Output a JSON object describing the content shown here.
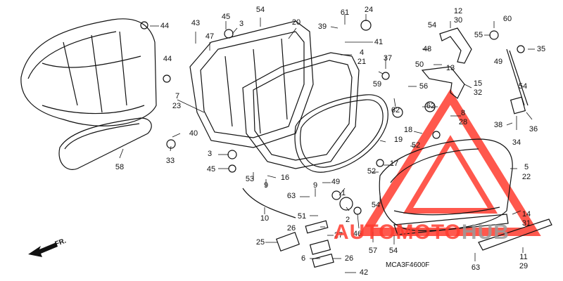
{
  "diagram": {
    "code": "MCA3F4600F",
    "direction_label": "FR.",
    "watermark": {
      "brand_a": "AUTOMOTO",
      "brand_b": "HUB",
      "color": "#ff3b2f"
    },
    "callouts": [
      {
        "id": "c44a",
        "text": "44"
      },
      {
        "id": "c44b",
        "text": "44"
      },
      {
        "id": "c43",
        "text": "43"
      },
      {
        "id": "c45a",
        "text": "45"
      },
      {
        "id": "c47",
        "text": "47"
      },
      {
        "id": "c3a",
        "text": "3"
      },
      {
        "id": "c54a",
        "text": "54"
      },
      {
        "id": "c20",
        "text": "20"
      },
      {
        "id": "c61",
        "text": "61"
      },
      {
        "id": "c39",
        "text": "39"
      },
      {
        "id": "c24",
        "text": "24"
      },
      {
        "id": "c12",
        "text": "12"
      },
      {
        "id": "c30",
        "text": "30"
      },
      {
        "id": "c60",
        "text": "60"
      },
      {
        "id": "c54b",
        "text": "54"
      },
      {
        "id": "c55",
        "text": "55"
      },
      {
        "id": "c35",
        "text": "35"
      },
      {
        "id": "c48",
        "text": "48"
      },
      {
        "id": "c41",
        "text": "41"
      },
      {
        "id": "c4",
        "text": "4"
      },
      {
        "id": "c21",
        "text": "21"
      },
      {
        "id": "c13",
        "text": "13"
      },
      {
        "id": "c50",
        "text": "50"
      },
      {
        "id": "c49a",
        "text": "49"
      },
      {
        "id": "c37",
        "text": "37"
      },
      {
        "id": "c59",
        "text": "59"
      },
      {
        "id": "c56",
        "text": "56"
      },
      {
        "id": "c15",
        "text": "15"
      },
      {
        "id": "c32",
        "text": "32"
      },
      {
        "id": "c54c",
        "text": "54"
      },
      {
        "id": "c7",
        "text": "7"
      },
      {
        "id": "c23",
        "text": "23"
      },
      {
        "id": "c62a",
        "text": "62"
      },
      {
        "id": "c62b",
        "text": "62"
      },
      {
        "id": "c8",
        "text": "8"
      },
      {
        "id": "c28",
        "text": "28"
      },
      {
        "id": "c38",
        "text": "38"
      },
      {
        "id": "c36",
        "text": "36"
      },
      {
        "id": "c34",
        "text": "34"
      },
      {
        "id": "c40",
        "text": "40"
      },
      {
        "id": "c18",
        "text": "18"
      },
      {
        "id": "c52a",
        "text": "52"
      },
      {
        "id": "c19",
        "text": "19"
      },
      {
        "id": "c33",
        "text": "33"
      },
      {
        "id": "c3b",
        "text": "3"
      },
      {
        "id": "c45b",
        "text": "45"
      },
      {
        "id": "c58",
        "text": "58"
      },
      {
        "id": "c17",
        "text": "17"
      },
      {
        "id": "c52b",
        "text": "52"
      },
      {
        "id": "c5",
        "text": "5"
      },
      {
        "id": "c22",
        "text": "22"
      },
      {
        "id": "c53",
        "text": "53"
      },
      {
        "id": "c16",
        "text": "16"
      },
      {
        "id": "c49b",
        "text": "49"
      },
      {
        "id": "c9a",
        "text": "9"
      },
      {
        "id": "c9b",
        "text": "9"
      },
      {
        "id": "c63a",
        "text": "63"
      },
      {
        "id": "c1",
        "text": "1"
      },
      {
        "id": "c54d",
        "text": "54"
      },
      {
        "id": "c10",
        "text": "10"
      },
      {
        "id": "c51",
        "text": "51"
      },
      {
        "id": "c2",
        "text": "2"
      },
      {
        "id": "c26a",
        "text": "26"
      },
      {
        "id": "c27",
        "text": "27"
      },
      {
        "id": "c46",
        "text": "46"
      },
      {
        "id": "c14",
        "text": "14"
      },
      {
        "id": "c31",
        "text": "31"
      },
      {
        "id": "c25",
        "text": "25"
      },
      {
        "id": "c57",
        "text": "57"
      },
      {
        "id": "c54e",
        "text": "54"
      },
      {
        "id": "c11",
        "text": "11"
      },
      {
        "id": "c29",
        "text": "29"
      },
      {
        "id": "c6",
        "text": "6"
      },
      {
        "id": "c26b",
        "text": "26"
      },
      {
        "id": "c63b",
        "text": "63"
      },
      {
        "id": "c42",
        "text": "42"
      }
    ]
  }
}
